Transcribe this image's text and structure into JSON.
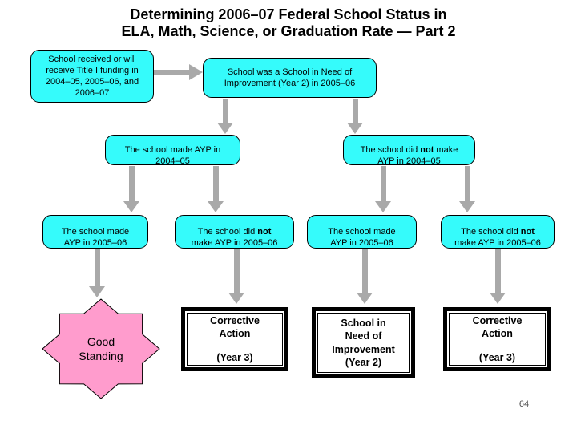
{
  "title": {
    "line1": "Determining 2006–07 Federal School Status in",
    "line2": "ELA, Math, Science, or Graduation Rate — Part 2"
  },
  "page_number": "64",
  "colors": {
    "flow_box_fill": "#35fbfb",
    "star_fill": "#ff9ccd",
    "arrow_gray": "#a9a9a9",
    "outcome_border": "#000000",
    "background": "#ffffff"
  },
  "nodes": {
    "funding": {
      "text": "School received or will\nreceive Title I funding in\n2004–05, 2005–06, and\n2006–07"
    },
    "sini_2005_06": {
      "text": "School was a School in Need of\nImprovement (Year 2) in 2005–06"
    },
    "made_ayp_2004_05": {
      "pre": "The school made AYP in\n2004–05",
      "bold": "",
      "post": ""
    },
    "not_ayp_2004_05": {
      "pre": "The school did ",
      "bold": "not",
      "post": " make\nAYP in 2004–05"
    },
    "made_ayp_2005_06_left": {
      "pre": "The school made\nAYP in 2005–06",
      "bold": "",
      "post": ""
    },
    "not_ayp_2005_06_left": {
      "pre": "The school did ",
      "bold": "not",
      "post": "\nmake AYP in 2005–06"
    },
    "made_ayp_2005_06_right": {
      "pre": "The school made\nAYP in 2005–06",
      "bold": "",
      "post": ""
    },
    "not_ayp_2005_06_right": {
      "pre": "The school did ",
      "bold": "not",
      "post": "\nmake AYP in 2005–06"
    }
  },
  "outcomes": {
    "good_standing": {
      "label": "Good\nStanding"
    },
    "corrective_action_left": {
      "label": "Corrective\nAction",
      "year": "(Year 3)"
    },
    "school_in_need": {
      "label": "School in\nNeed of\nImprovement",
      "year": "(Year 2)"
    },
    "corrective_action_right": {
      "label": "Corrective\nAction",
      "year": "(Year 3)"
    }
  }
}
